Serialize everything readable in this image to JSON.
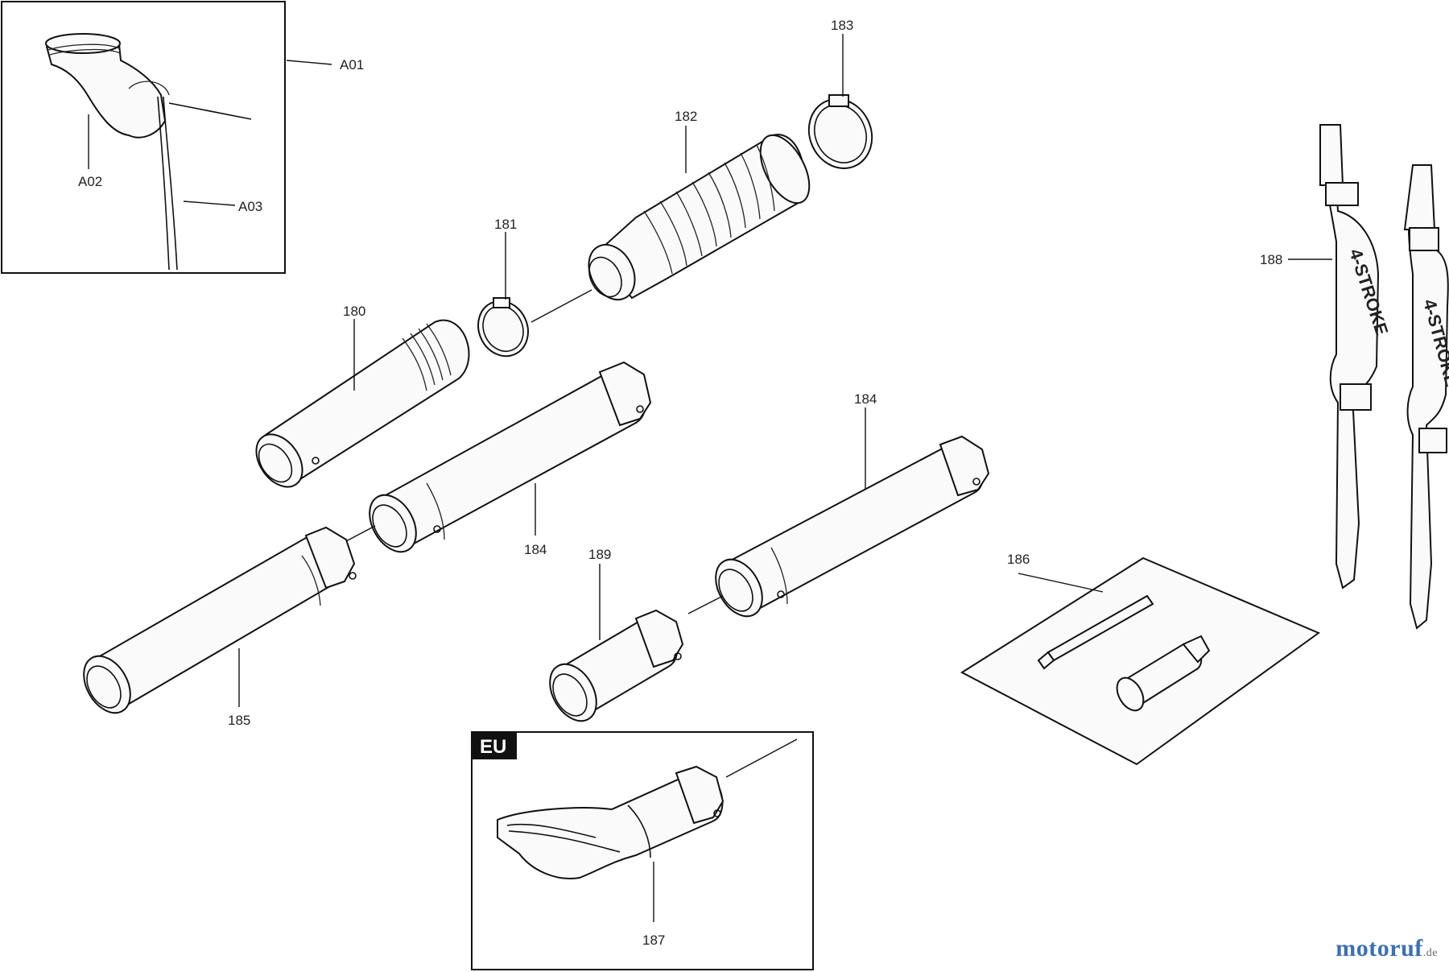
{
  "callouts": {
    "a01": "A01",
    "a02": "A02",
    "a03": "A03",
    "p180": "180",
    "p181": "181",
    "p182": "182",
    "p183": "183",
    "p184a": "184",
    "p184b": "184",
    "p185": "185",
    "p186": "186",
    "p187": "187",
    "p188": "188",
    "p189": "189"
  },
  "eu_badge": "EU",
  "strap_print": "4-STROKE",
  "watermark": {
    "text_main": "motoruf",
    "text_tld": ".de"
  }
}
